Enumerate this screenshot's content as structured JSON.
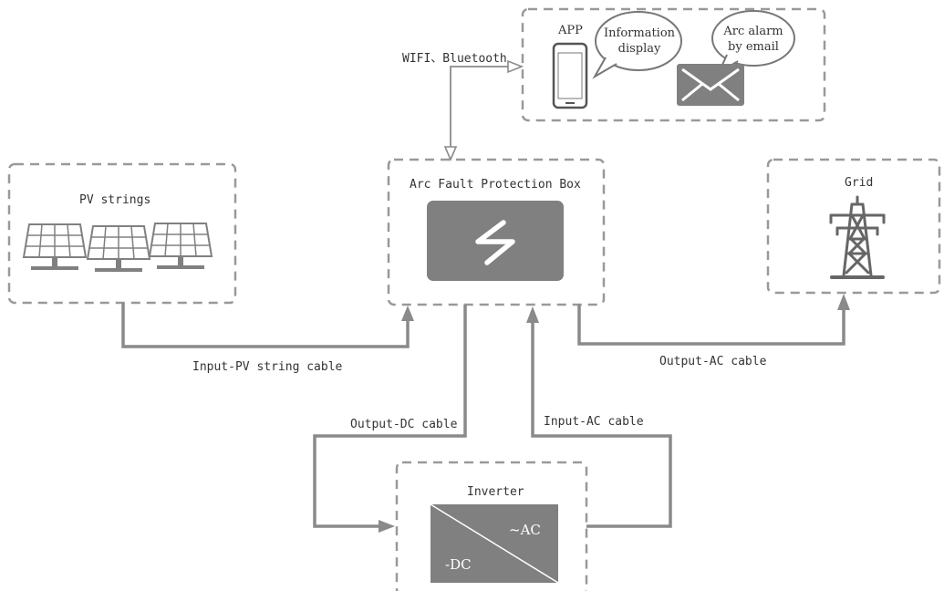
{
  "nodes": {
    "app": {
      "title": "APP",
      "bubble_info": "Information\ndisplay",
      "bubble_alarm": "Arc alarm\nby email"
    },
    "pv": {
      "title": "PV strings"
    },
    "afpb": {
      "title": "Arc Fault Protection Box"
    },
    "grid": {
      "title": "Grid"
    },
    "inverter": {
      "title": "Inverter",
      "ac_label": "~AC",
      "dc_label": "-DC"
    }
  },
  "links": {
    "wireless": "WIFI、Bluetooth",
    "pv_input": "Input-PV string cable",
    "ac_output": "Output-AC cable",
    "dc_output": "Output-DC cable",
    "ac_input": "Input-AC cable"
  },
  "colors": {
    "connector": "#8a8a8a",
    "box_border": "#999999",
    "device_fill": "#808080",
    "text": "#333333"
  }
}
